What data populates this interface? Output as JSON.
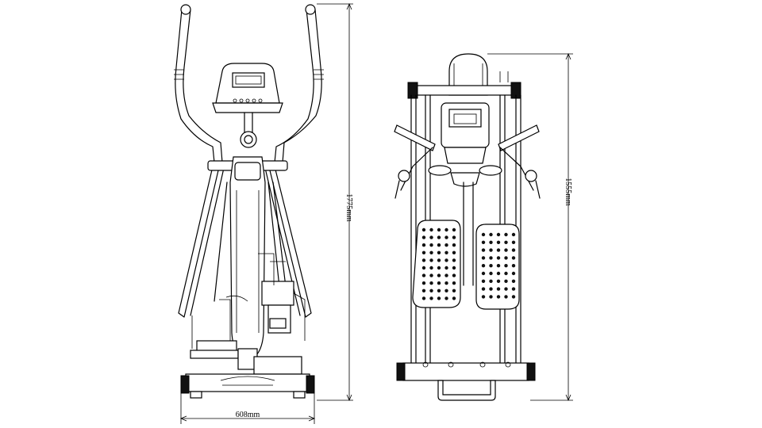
{
  "dimensions": {
    "front_width": "608mm",
    "front_height": "1775mm",
    "top_length": "1555mm"
  }
}
